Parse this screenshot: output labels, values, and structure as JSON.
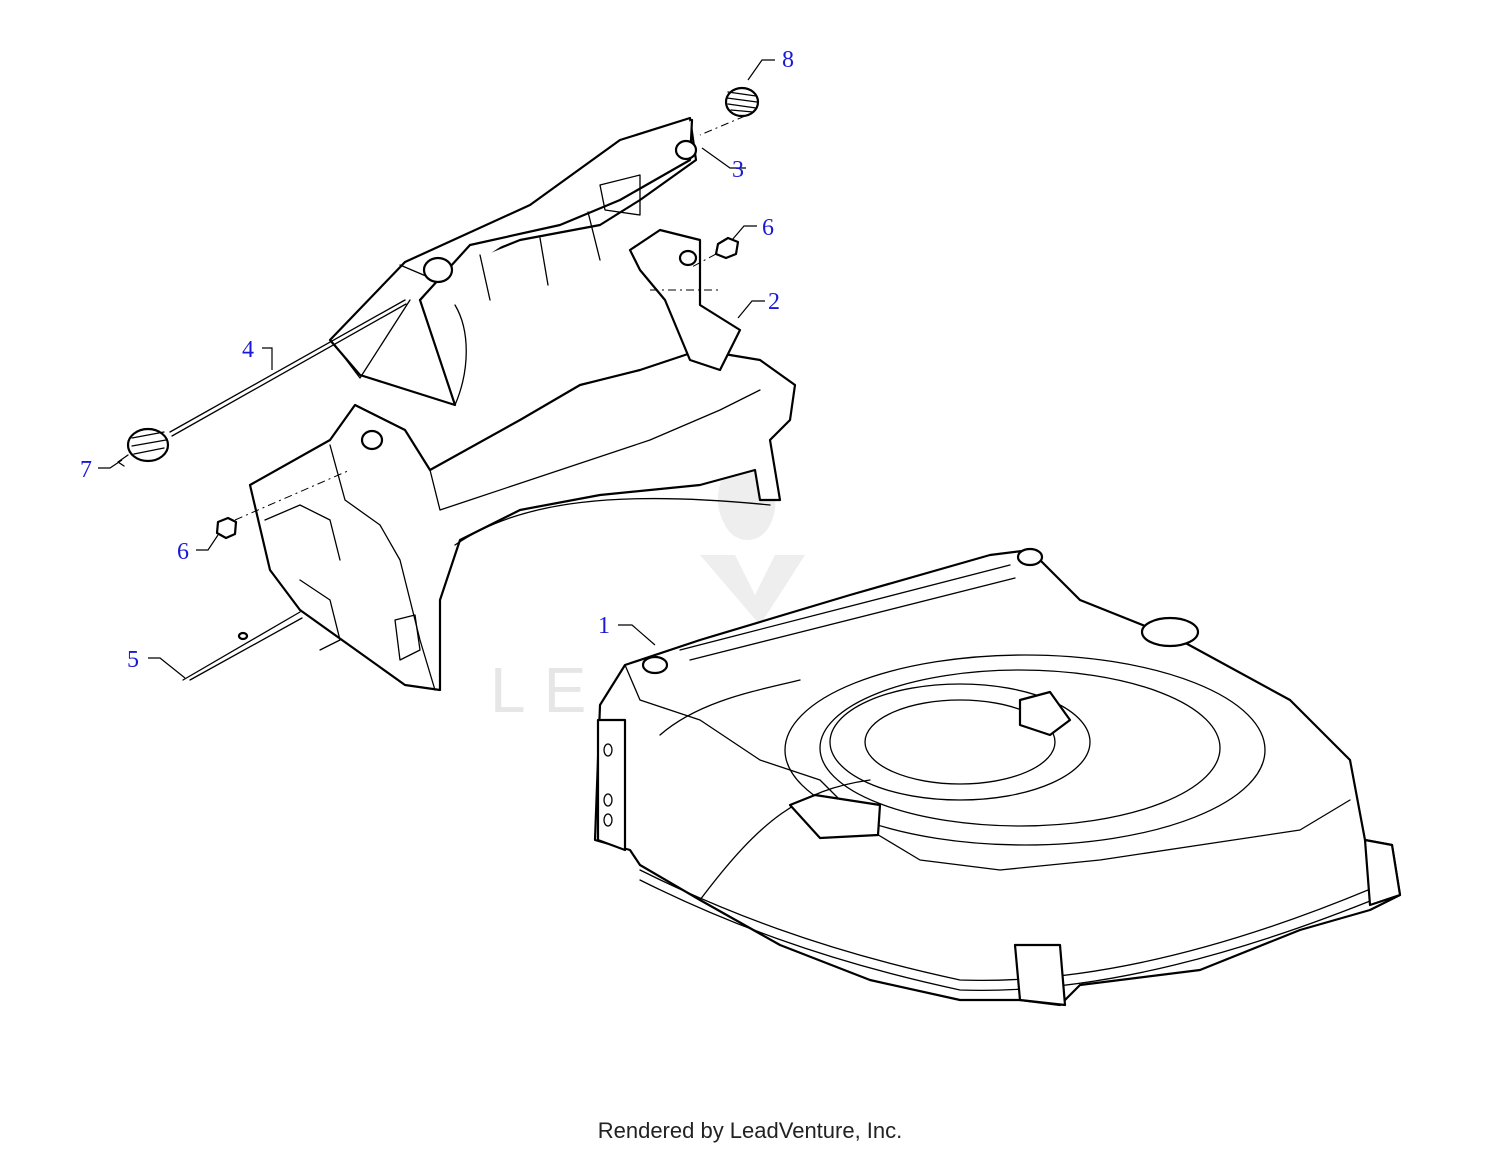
{
  "callouts": {
    "c1": "1",
    "c2": "2",
    "c3": "3",
    "c4": "4",
    "c5": "5",
    "c6a": "6",
    "c6b": "6",
    "c7": "7",
    "c8": "8"
  },
  "colors": {
    "callout": "#1a1ad6",
    "line": "#000000",
    "watermark": "#d9d9d9"
  },
  "watermark": {
    "text": "LEADVENTURE"
  },
  "footer": {
    "text": "Rendered by LeadVenture, Inc."
  }
}
